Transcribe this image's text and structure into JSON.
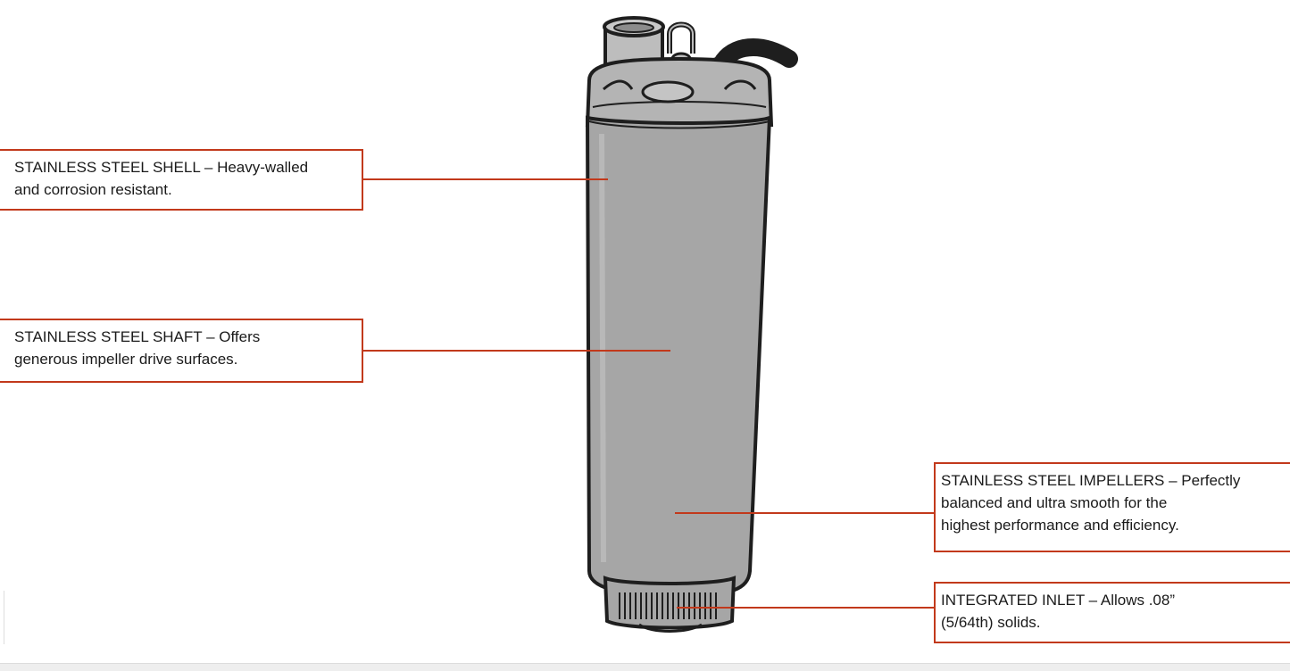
{
  "callouts": {
    "shell": {
      "line1": "STAINLESS STEEL SHELL – Heavy-walled",
      "line2": "and corrosion resistant."
    },
    "shaft": {
      "line1": "STAINLESS STEEL SHAFT – Offers",
      "line2": "generous impeller drive surfaces."
    },
    "impellers": {
      "line1": "STAINLESS STEEL IMPELLERS – Perfectly",
      "line2": "balanced and ultra smooth for the",
      "line3": "highest performance and efficiency."
    },
    "inlet": {
      "line1": "INTEGRATED INLET – Allows .08”",
      "line2": "(5/64th) solids."
    }
  },
  "colors": {
    "leader": "#c2391b",
    "pump_body": "#a6a6a6",
    "pump_outline": "#1e1e1e",
    "cable": "#1e1e1e"
  }
}
